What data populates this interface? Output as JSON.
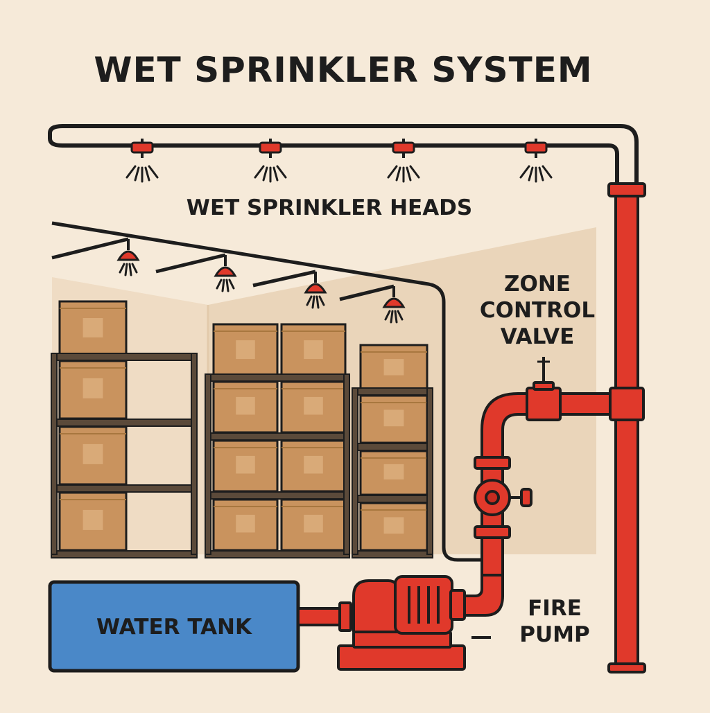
{
  "title": "WET SPRINKLER SYSTEM",
  "labels": {
    "sprinkler_heads": "WET SPRINKLER HEADS",
    "zone_valve": [
      "ZONE",
      "CONTROL",
      "VALVE"
    ],
    "fire_pump": [
      "FIRE",
      "PUMP"
    ],
    "water_tank": "WATER TANK"
  },
  "colors": {
    "background": "#f6ead9",
    "pipe_red": "#e0392b",
    "tank_blue": "#4a88c8",
    "box": "#c9935e",
    "box_light": "#d9aa78",
    "shelf": "#5b4a3a",
    "outline": "#1d1d1d"
  },
  "icons": [
    "sprinkler-head-icon",
    "fire-pump-icon",
    "valve-icon",
    "water-tank-icon",
    "storage-box-icon"
  ]
}
